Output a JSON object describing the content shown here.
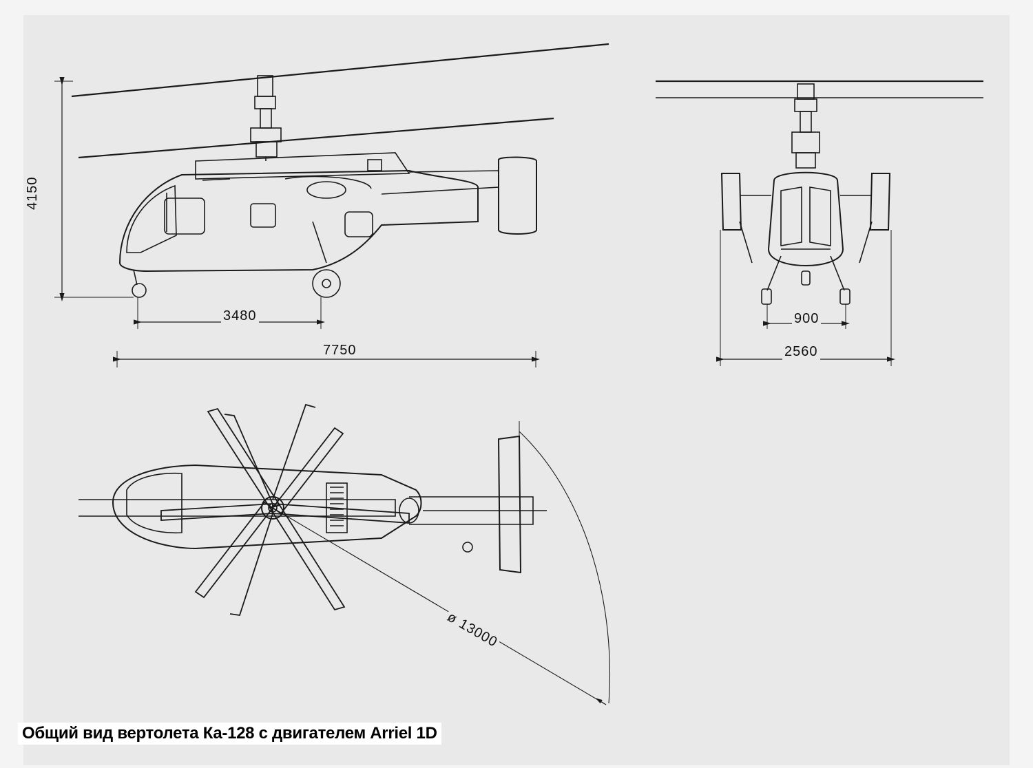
{
  "caption": "Общий вид вертолета Ка-128 с двигателем Arriel 1D",
  "dimensions": {
    "height": "4150",
    "wheelbase": "3480",
    "length": "7750",
    "track": "900",
    "width": "2560",
    "rotor_diameter": "ø 13000"
  },
  "colors": {
    "line": "#1a1a1a",
    "background": "#e9e9e9",
    "caption_bg": "#ffffff"
  }
}
